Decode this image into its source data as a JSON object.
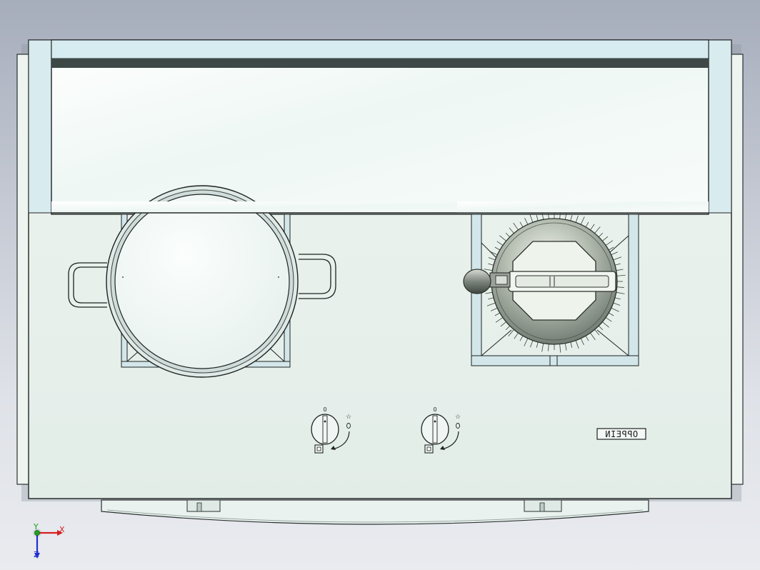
{
  "brand": {
    "label": "OPPEIN"
  },
  "axes": {
    "x_label": "X",
    "y_label": "Y",
    "z_label": "Z"
  },
  "colors": {
    "body": "#e8f1ec",
    "glass": "#f2f8f5",
    "glass_edge": "#cfe3e7",
    "hood_band": "#3b4644",
    "grate": "#c7dde3",
    "kettle": "#9ea79b",
    "axis_x": "#d62020",
    "axis_y": "#1ea31e",
    "axis_z": "#2030d0"
  },
  "knobs": [
    {
      "name": "left-burner-knob",
      "off_symbol": "0",
      "flame_symbol": "☆"
    },
    {
      "name": "right-burner-knob",
      "off_symbol": "0",
      "flame_symbol": "☆"
    }
  ],
  "icons": [
    "pot-icon",
    "kettle-icon",
    "knob-icon",
    "flame-icon",
    "axis-triad-icon"
  ]
}
